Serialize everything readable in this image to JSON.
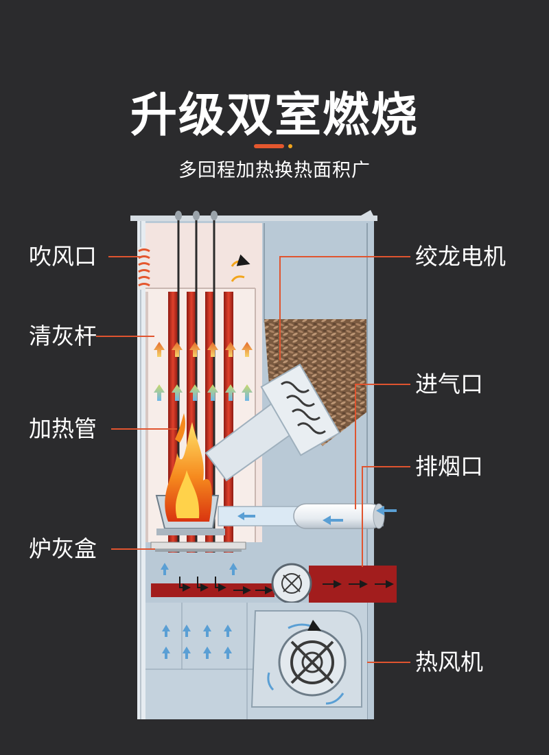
{
  "header": {
    "title": "升级双室燃烧",
    "subtitle": "多回程加热换热面积广"
  },
  "labels_left": [
    {
      "id": "blower",
      "text": "吹风口"
    },
    {
      "id": "ash-rod",
      "text": "清灰杆"
    },
    {
      "id": "heating-tube",
      "text": "加热管"
    },
    {
      "id": "ash-box",
      "text": "炉灰盒"
    }
  ],
  "labels_right": [
    {
      "id": "auger-motor",
      "text": "绞龙电机"
    },
    {
      "id": "air-inlet",
      "text": "进气口"
    },
    {
      "id": "exhaust",
      "text": "排烟口"
    },
    {
      "id": "hot-air-fan",
      "text": "热风机"
    }
  ],
  "colors": {
    "background": "#2b2b2d",
    "accent_orange": "#e4572e",
    "accent_yellow": "#f2a51c",
    "leader_line": "#e0542f",
    "tube_red": "#c4281c",
    "flue_red": "#a21d1d",
    "casing_blue": "#b9c9d6",
    "chamber_pink": "#f3e4e0",
    "air_blue": "#5a9fd4"
  },
  "icons": [
    "flame-icon",
    "fan-icon",
    "auger-screw-icon",
    "wood-pellets-icon",
    "up-arrow-icon"
  ]
}
